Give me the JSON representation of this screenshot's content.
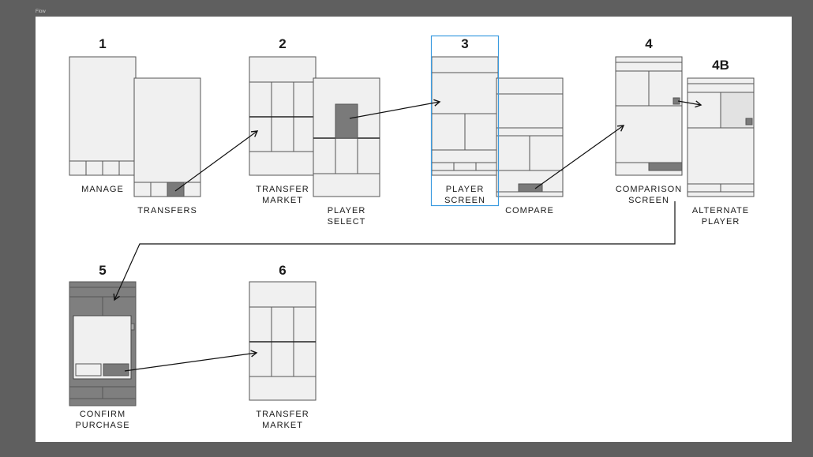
{
  "frame": {
    "label": "Flow"
  },
  "steps": {
    "s1": {
      "number": "1",
      "caption": "MANAGE"
    },
    "s1b": {
      "caption": "TRANSFERS"
    },
    "s2": {
      "number": "2",
      "caption": "TRANSFER\nMARKET"
    },
    "s2b": {
      "caption": "PLAYER\nSELECT"
    },
    "s3": {
      "number": "3",
      "caption": "PLAYER\nSCREEN"
    },
    "s3b": {
      "caption": "COMPARE"
    },
    "s4": {
      "number": "4",
      "caption": "COMPARISON\nSCREEN"
    },
    "s4b": {
      "number": "4B",
      "caption": "ALTERNATE\nPLAYER"
    },
    "s5": {
      "number": "5",
      "caption": "CONFIRM\nPURCHASE"
    },
    "s6": {
      "number": "6",
      "caption": "TRANSFER\nMARKET"
    }
  },
  "colors": {
    "screen_fill": "#f0f0f0",
    "screen_stroke": "#555555",
    "highlight_fill": "#7a7a7a",
    "selection_stroke": "#3b9be0",
    "arrow": "#111111"
  }
}
